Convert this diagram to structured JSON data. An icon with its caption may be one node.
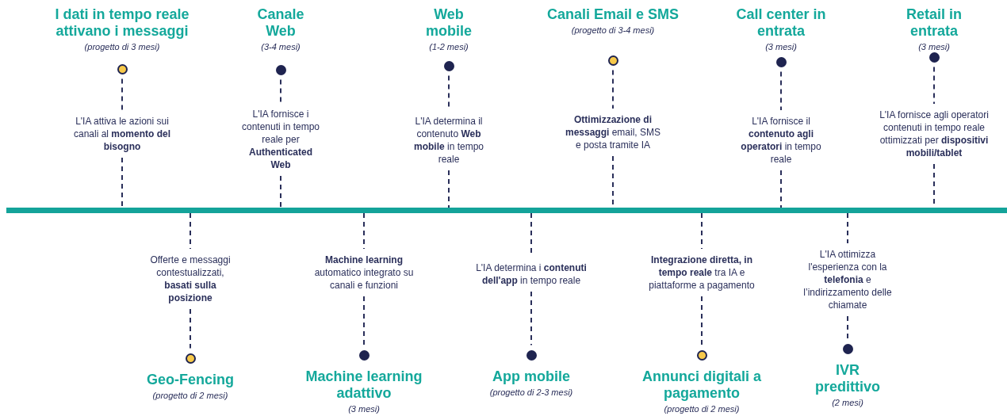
{
  "diagram": {
    "nodes": [
      {
        "text": [
          "I dati in tempo reale attivano i messaggi",
          "(progetto di 3 mesi)"
        ]
      },
      {
        "text": [
          "L'IA attiva le azioni sui canali al **momento del bisogno**"
        ]
      },
      {
        "text": [
          "Canale Web",
          "(3-4 mesi)"
        ]
      },
      {
        "text": [
          "L'IA fornisce i contenuti in tempo reale per **Authenticated Web**"
        ]
      },
      {
        "text": [
          "Web mobile",
          "(1-2 mesi)"
        ]
      },
      {
        "text": [
          "L'IA determina il contenuto **Web mobile** in tempo reale"
        ]
      },
      {
        "text": [
          "Canali Email e SMS",
          "(progetto di 3-4 mesi)"
        ]
      },
      {
        "text": [
          "**Ottimizzazione di messaggi** email, SMS e posta tramite IA"
        ]
      },
      {
        "text": [
          "Call center in entrata",
          "(3 mesi)"
        ]
      },
      {
        "text": [
          "L'IA fornisce il **contenuto agli operatori** in tempo reale"
        ]
      },
      {
        "text": [
          "Retail in entrata",
          "(3 mesi)"
        ]
      },
      {
        "text": [
          "L'IA fornisce agli operatori contenuti in tempo reale ottimizzati per **dispositivi mobili/tablet**"
        ]
      },
      {
        "text": [],
        "shape": "bar"
      },
      {
        "text": [
          "Offerte e messaggi contestualizzati, **basati sulla posizione**"
        ]
      },
      {
        "text": [
          "Geo-Fencing",
          "(progetto di 2 mesi)"
        ]
      },
      {
        "text": [
          "**Machine learning** automatico integrato su canali e funzioni"
        ]
      },
      {
        "text": [
          "Machine learning adattivo",
          "(3 mesi)"
        ]
      },
      {
        "text": [
          "L'IA determina i **contenuti dell'app** in tempo reale"
        ]
      },
      {
        "text": [
          "App mobile",
          "(progetto di 2-3 mesi)"
        ]
      },
      {
        "text": [
          "**Integrazione diretta, in tempo reale** tra IA e piattaforme a pagamento"
        ]
      },
      {
        "text": [
          "Annunci digitali a pagamento",
          "(progetto di 2 mesi)"
        ]
      },
      {
        "text": [
          "L'IA ottimizza l'esperienza con la **telefonia** e l’indirizzamento delle chiamate"
        ]
      },
      {
        "text": [
          "IVR predittivo",
          "(2 mesi)"
        ]
      }
    ],
    "edges": [
      {
        "from": 0,
        "to": 1,
        "arrow": "none",
        "style": "dashed"
      },
      {
        "from": 1,
        "to": 12,
        "arrow": "none",
        "style": "dashed"
      },
      {
        "from": 2,
        "to": 3,
        "arrow": "none",
        "style": "dashed"
      },
      {
        "from": 3,
        "to": 12,
        "arrow": "none",
        "style": "dashed"
      },
      {
        "from": 4,
        "to": 5,
        "arrow": "none",
        "style": "dashed"
      },
      {
        "from": 5,
        "to": 12,
        "arrow": "none",
        "style": "dashed"
      },
      {
        "from": 6,
        "to": 7,
        "arrow": "none",
        "style": "dashed"
      },
      {
        "from": 7,
        "to": 12,
        "arrow": "none",
        "style": "dashed"
      },
      {
        "from": 8,
        "to": 9,
        "arrow": "none",
        "style": "dashed"
      },
      {
        "from": 9,
        "to": 12,
        "arrow": "none",
        "style": "dashed"
      },
      {
        "from": 10,
        "to": 11,
        "arrow": "none",
        "style": "dashed"
      },
      {
        "from": 11,
        "to": 12,
        "arrow": "none",
        "style": "dashed"
      },
      {
        "from": 12,
        "to": 13,
        "arrow": "none",
        "style": "dashed"
      },
      {
        "from": 13,
        "to": 14,
        "arrow": "none",
        "style": "dashed"
      },
      {
        "from": 12,
        "to": 15,
        "arrow": "none",
        "style": "dashed"
      },
      {
        "from": 15,
        "to": 16,
        "arrow": "none",
        "style": "dashed"
      },
      {
        "from": 12,
        "to": 17,
        "arrow": "none",
        "style": "dashed"
      },
      {
        "from": 17,
        "to": 18,
        "arrow": "none",
        "style": "dashed"
      },
      {
        "from": 12,
        "to": 19,
        "arrow": "none",
        "style": "dashed"
      },
      {
        "from": 19,
        "to": 20,
        "arrow": "none",
        "style": "dashed"
      },
      {
        "from": 12,
        "to": 21,
        "arrow": "none",
        "style": "dashed"
      },
      {
        "from": 21,
        "to": 22,
        "arrow": "none",
        "style": "dashed"
      }
    ]
  }
}
